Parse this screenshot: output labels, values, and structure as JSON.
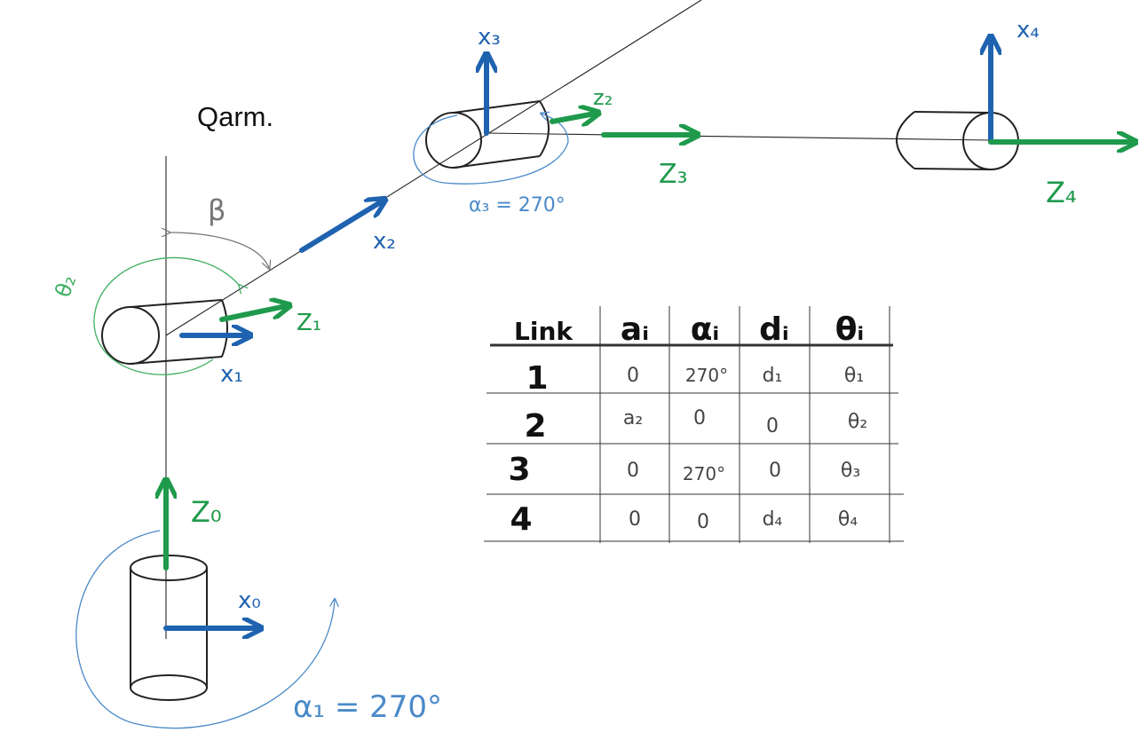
{
  "title": "Qarm.",
  "frames": {
    "x0": "x₀",
    "z0": "Z₀",
    "x1": "x₁",
    "z1": "Z₁",
    "x2": "x₂",
    "z2": "z₂",
    "x3": "x₃",
    "z3": "Z₃",
    "x4": "x₄",
    "z4": "Z₄"
  },
  "annotations": {
    "beta": "β",
    "theta2": "θ₂",
    "alpha1": "α₁ = 270°",
    "alpha3": "α₃ = 270°"
  },
  "dh_table": {
    "headers": [
      "Link",
      "aᵢ",
      "αᵢ",
      "dᵢ",
      "θᵢ"
    ],
    "rows": [
      [
        "1",
        "0",
        "270°",
        "d₁",
        "θ₁"
      ],
      [
        "2",
        "a₂",
        "0",
        "0",
        "θ₂"
      ],
      [
        "3",
        "0",
        "270°",
        "0",
        "θ₃"
      ],
      [
        "4",
        "0",
        "0",
        "d₄",
        "θ₄"
      ]
    ]
  },
  "colors": {
    "x_axis": "#1f63b0",
    "z_axis": "#1f9a4c",
    "alpha_annotation": "#4a8ac8",
    "theta_annotation": "#3fae62",
    "beta_annotation": "#777777",
    "structure": "#222222"
  }
}
